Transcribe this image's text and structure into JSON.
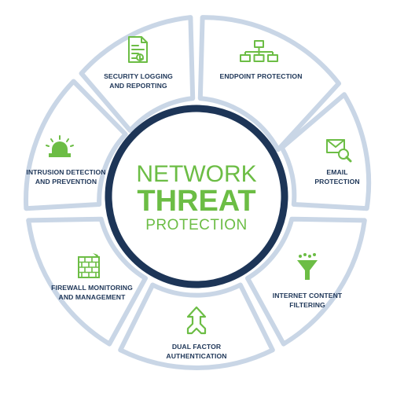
{
  "center": {
    "line1": "NETWORK",
    "line2": "THREAT",
    "line3": "PROTECTION"
  },
  "segments": [
    {
      "id": "security-logging",
      "icon": "report-document-icon",
      "lines": [
        "SECURITY LOGGING",
        "AND REPORTING"
      ]
    },
    {
      "id": "endpoint-protection",
      "icon": "network-computers-icon",
      "lines": [
        "ENDPOINT PROTECTION"
      ]
    },
    {
      "id": "email-protection",
      "icon": "email-search-icon",
      "lines": [
        "EMAIL",
        "PROTECTION"
      ]
    },
    {
      "id": "internet-content-filtering",
      "icon": "funnel-icon",
      "lines": [
        "INTERNET CONTENT",
        "FILTERING"
      ]
    },
    {
      "id": "dual-factor-authentication",
      "icon": "split-arrow-icon",
      "lines": [
        "DUAL FACTOR",
        "AUTHENTICATION"
      ]
    },
    {
      "id": "firewall-monitoring",
      "icon": "firewall-icon",
      "lines": [
        "FIREWALL MONITORING",
        "AND MANAGEMENT"
      ]
    },
    {
      "id": "intrusion-detection",
      "icon": "alarm-light-icon",
      "lines": [
        "INTRUSION DETECTION",
        "AND PREVENTION"
      ]
    }
  ],
  "colors": {
    "ring": "#c9d6e6",
    "center_ring": "#1d3557",
    "label": "#1d3557",
    "icon": "#6cbd45"
  }
}
